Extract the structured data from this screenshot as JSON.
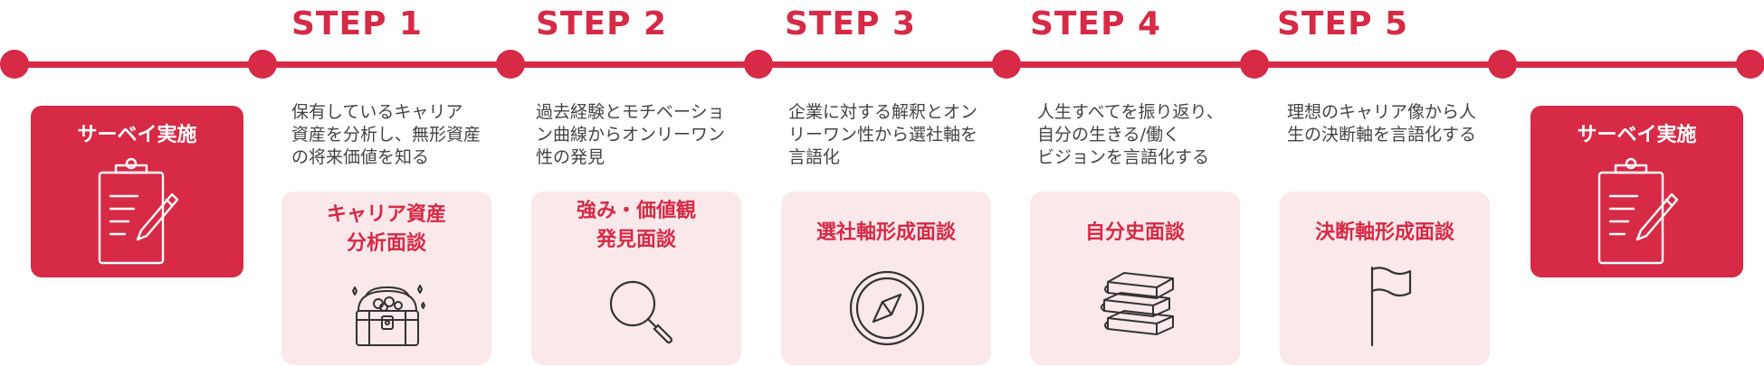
{
  "steps": [
    {
      "label": "STEP 1"
    },
    {
      "label": "STEP 2"
    },
    {
      "label": "STEP 3"
    },
    {
      "label": "STEP 4"
    },
    {
      "label": "STEP 5"
    }
  ],
  "surveys": {
    "start_title": "サーベイ実施",
    "end_title": "サーベイ実施",
    "icon": "clipboard-pencil-icon"
  },
  "descriptions": [
    "保有しているキャリア\n資産を分析し、無形資産\nの将来価値を知る",
    "過去経験とモチベーショ\nン曲線からオンリーワン\n性の発見",
    "企業に対する解釈とオン\nリーワン性から選社軸を\n言語化",
    "人生すべてを振り返り、\n自分の生きる/働く\nビジョンを言語化する",
    "理想のキャリア像から人\n生の決断軸を言語化する"
  ],
  "cards": [
    {
      "title": "キャリア資産\n分析面談",
      "icon": "treasure-chest-icon"
    },
    {
      "title": "強み・価値観\n発見面談",
      "icon": "magnifier-icon"
    },
    {
      "title": "選社軸形成面談",
      "icon": "compass-icon"
    },
    {
      "title": "自分史面談",
      "icon": "books-icon"
    },
    {
      "title": "決断軸形成面談",
      "icon": "flag-icon"
    }
  ],
  "colors": {
    "accent": "#d62a46",
    "card_bg": "#fae8ea",
    "text": "#444444"
  }
}
